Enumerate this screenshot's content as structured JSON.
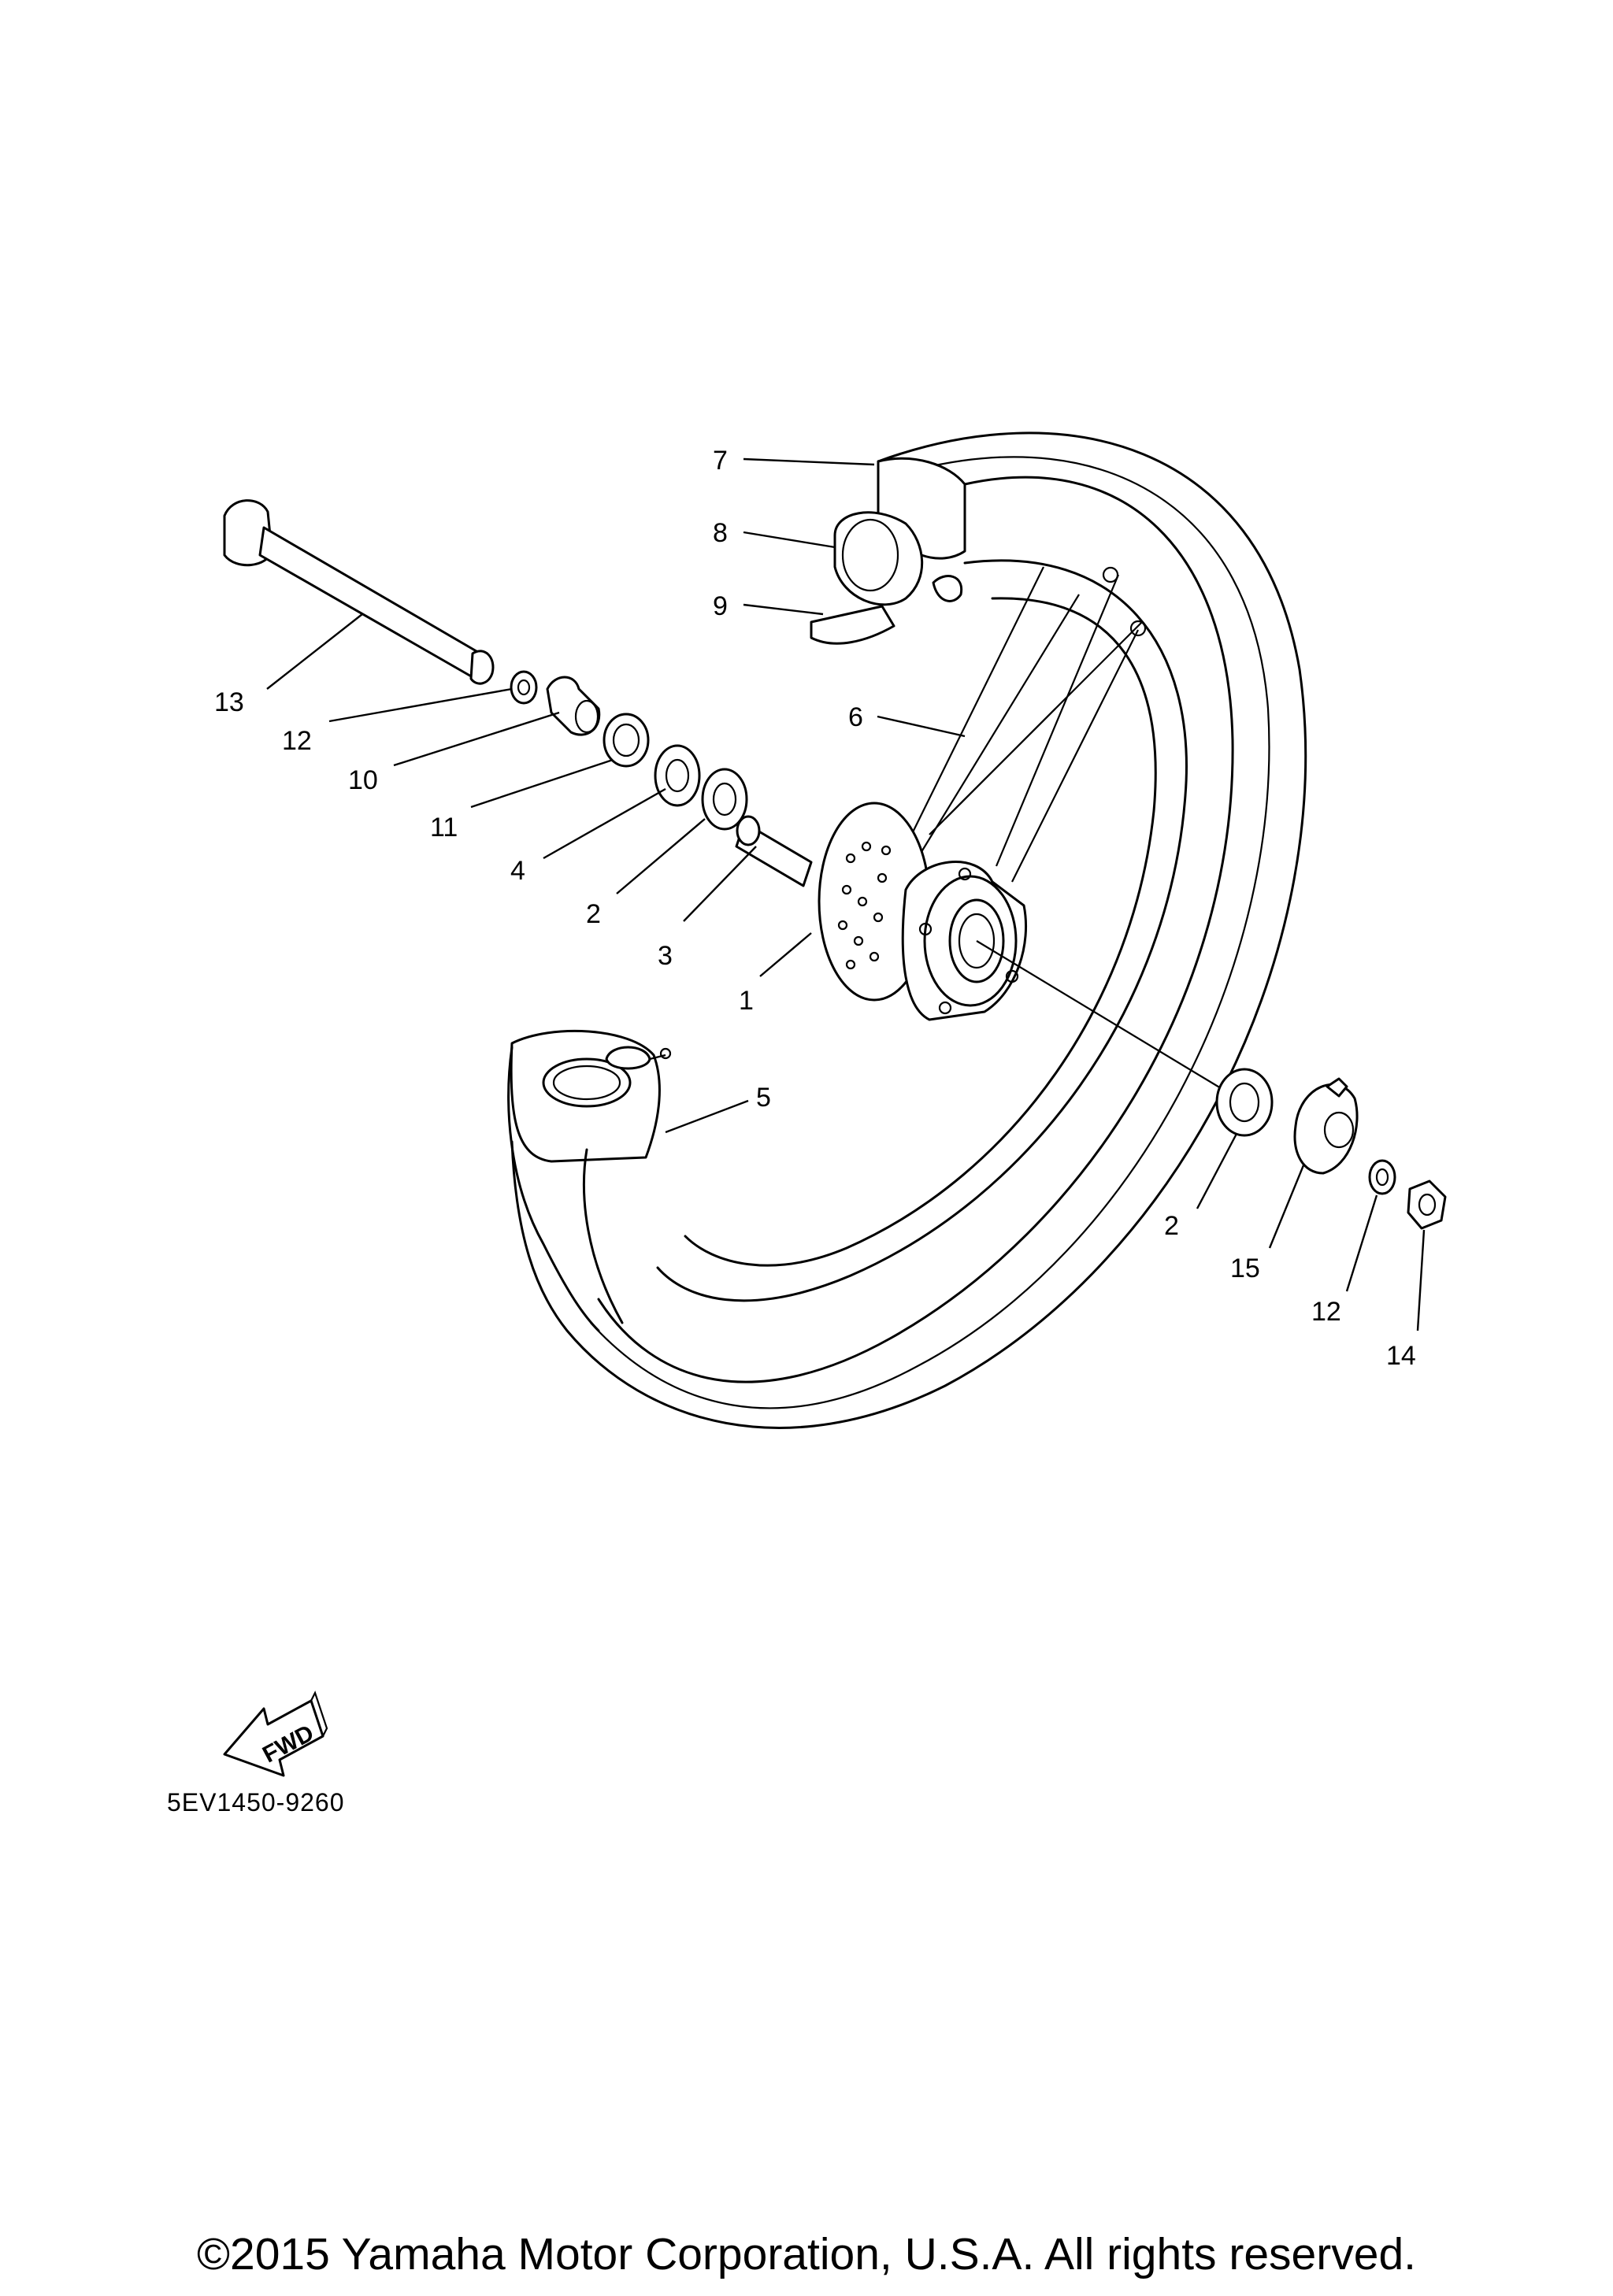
{
  "diagram": {
    "code": "5EV1450-9260",
    "fwd_label": "FWD",
    "parts": [
      {
        "id": "p13",
        "number": "13"
      },
      {
        "id": "p12a",
        "number": "12"
      },
      {
        "id": "p10",
        "number": "10"
      },
      {
        "id": "p11",
        "number": "11"
      },
      {
        "id": "p4",
        "number": "4"
      },
      {
        "id": "p2a",
        "number": "2"
      },
      {
        "id": "p3",
        "number": "3"
      },
      {
        "id": "p1",
        "number": "1"
      },
      {
        "id": "p7",
        "number": "7"
      },
      {
        "id": "p8",
        "number": "8"
      },
      {
        "id": "p9",
        "number": "9"
      },
      {
        "id": "p6",
        "number": "6"
      },
      {
        "id": "p5",
        "number": "5"
      },
      {
        "id": "p2b",
        "number": "2"
      },
      {
        "id": "p15",
        "number": "15"
      },
      {
        "id": "p12b",
        "number": "12"
      },
      {
        "id": "p14",
        "number": "14"
      }
    ]
  },
  "footer": {
    "copyright": "©2015 Yamaha Motor Corporation, U.S.A. All rights reserved."
  }
}
